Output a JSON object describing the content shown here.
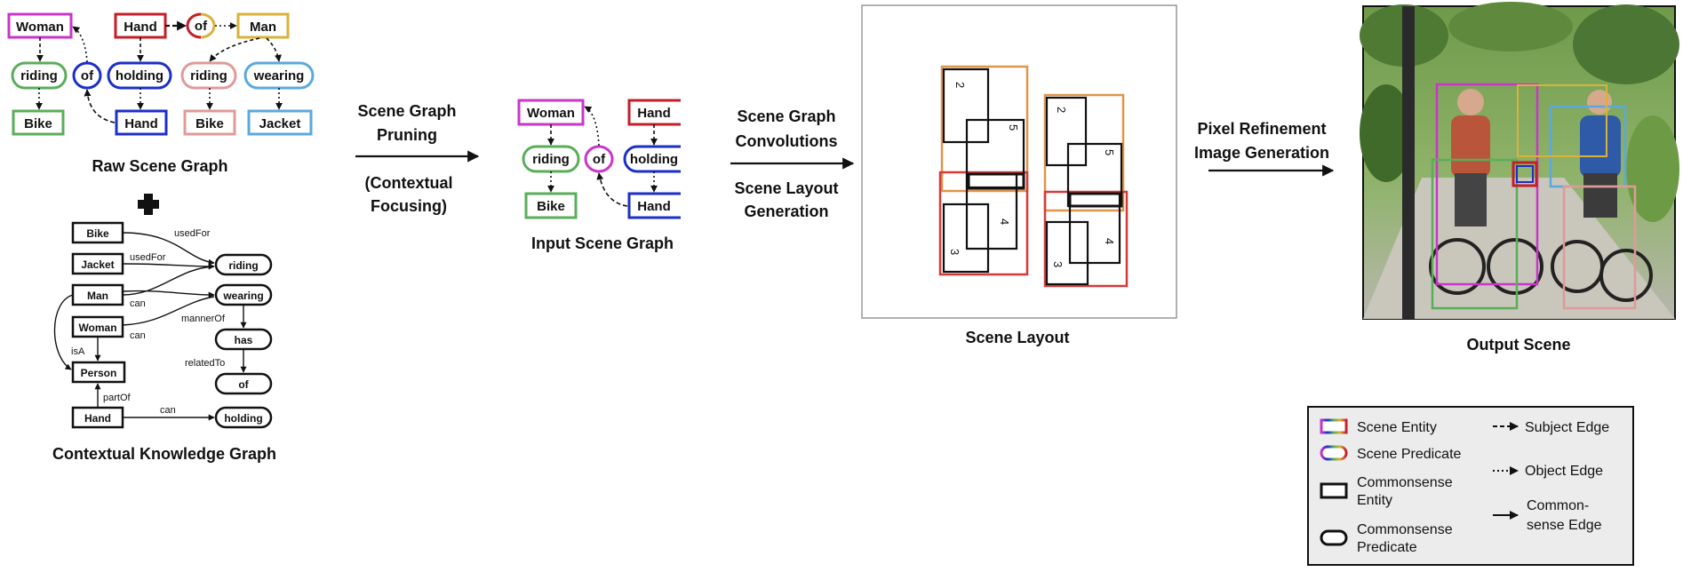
{
  "raw_scene_graph": {
    "caption": "Raw Scene Graph",
    "entities": [
      "Woman",
      "Hand",
      "Man",
      "Bike",
      "Hand",
      "Bike",
      "Jacket"
    ],
    "predicates": [
      "of",
      "riding",
      "of",
      "holding",
      "riding",
      "wearing"
    ]
  },
  "knowledge_graph": {
    "caption": "Contextual Knowledge Graph",
    "entities": [
      "Bike",
      "Jacket",
      "Man",
      "Woman",
      "Person",
      "Hand"
    ],
    "predicates": [
      "riding",
      "wearing",
      "has",
      "of",
      "holding"
    ],
    "edge_labels": [
      "usedFor",
      "usedFor",
      "can",
      "can",
      "mannerOf",
      "isA",
      "relatedTo",
      "partOf",
      "can"
    ]
  },
  "stage_pruning": {
    "line1": "Scene Graph",
    "line2": "Pruning",
    "line3": "(Contextual",
    "line4": "Focusing)"
  },
  "input_scene_graph": {
    "caption": "Input Scene Graph",
    "entities": [
      "Woman",
      "Hand",
      "Bike",
      "Hand"
    ],
    "predicates": [
      "riding",
      "of",
      "holding"
    ]
  },
  "stage_convolutions": {
    "line1": "Scene Graph",
    "line2": "Convolutions",
    "line3": "Scene Layout",
    "line4": "Generation"
  },
  "scene_layout": {
    "caption": "Scene Layout",
    "box_labels": [
      "2",
      "5",
      "4",
      "3",
      "2",
      "5",
      "4",
      "3"
    ]
  },
  "stage_refinement": {
    "line1": "Pixel Refinement",
    "line2": "Image Generation"
  },
  "output_scene": {
    "caption": "Output Scene"
  },
  "legend": {
    "scene_entity": "Scene Entity",
    "scene_predicate": "Scene Predicate",
    "commonsense_entity_1": "Commonsense",
    "commonsense_entity_2": "Entity",
    "commonsense_predicate_1": "Commonsense",
    "commonsense_predicate_2": "Predicate",
    "subject_edge": "Subject Edge",
    "object_edge": "Object Edge",
    "commonsense_edge_1": "Common-",
    "commonsense_edge_2": "sense Edge"
  },
  "colors": {
    "magenta": "#c936c9",
    "red": "#c41e2a",
    "gold": "#d9b23a",
    "green": "#5aae5a",
    "blue": "#1c2fc8",
    "pink": "#e09a9a",
    "lightblue": "#5aa9de",
    "layout_orange": "#e0954a",
    "layout_red": "#d43a3a"
  }
}
